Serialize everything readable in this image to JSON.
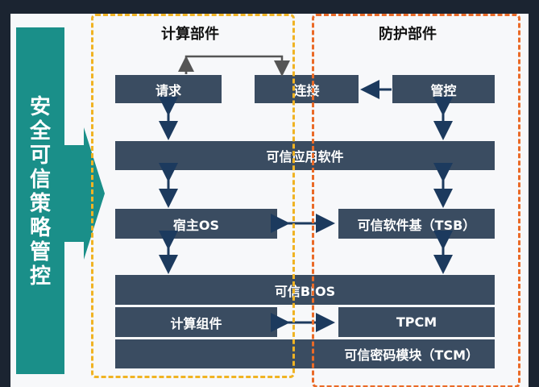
{
  "policy": {
    "label": "安全可信策略管控"
  },
  "zones": {
    "compute": "计算部件",
    "protect": "防护部件"
  },
  "boxes": {
    "request": "请求",
    "connect": "连接",
    "control": "管控",
    "trusted_app": "可信应用软件",
    "host_os": "宿主OS",
    "tsb": "可信软件基（TSB）",
    "bios": "可信BIOS",
    "compute_component": "计算组件",
    "tpcm": "TPCM",
    "tcm": "可信密码模块（TCM）"
  },
  "colors": {
    "box_fill": "#3a4c61",
    "policy_fill": "#1a8f89",
    "compute_border": "#f0b323",
    "protect_border": "#ea6a27",
    "arrow": "#1c3a5e"
  }
}
